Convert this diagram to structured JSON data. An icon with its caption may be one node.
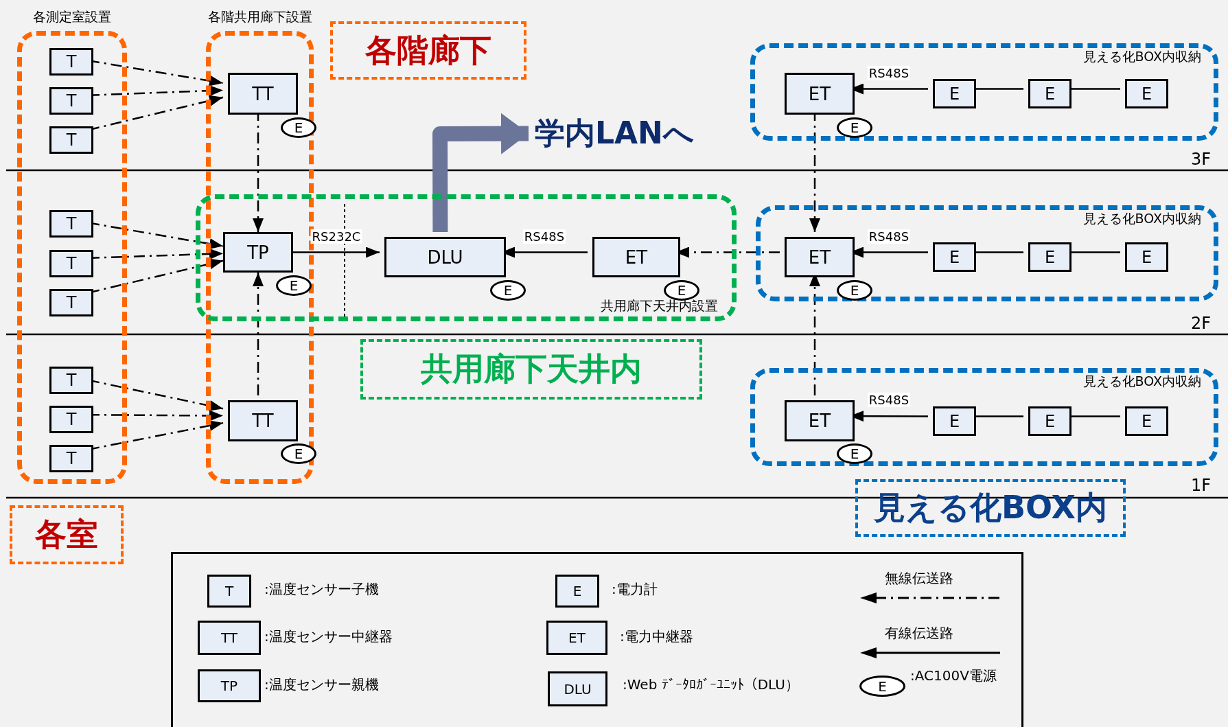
{
  "diagram": {
    "nodes": [
      {
        "text": [
          "各測定室設置"
        ]
      },
      {
        "text": [
          "各階共用廊下設置"
        ]
      },
      {
        "text": [
          "各階廊下"
        ]
      },
      {
        "text": [
          "見える化BOX内収納"
        ]
      },
      {
        "text": [
          "T"
        ],
        "in": 0
      },
      {
        "text": [
          "T"
        ],
        "in": 0
      },
      {
        "text": [
          "T"
        ],
        "in": 0
      },
      {
        "text": [
          "TT"
        ],
        "in": 1
      },
      {
        "text": [
          "E"
        ],
        "in": 1
      },
      {
        "text": [
          "ET"
        ],
        "in": 3
      },
      {
        "text": [
          "E"
        ],
        "in": 3
      },
      {
        "text": [
          "E"
        ],
        "in": 3
      },
      {
        "text": [
          "E"
        ],
        "in": 3
      },
      {
        "text": [
          "E"
        ],
        "in": 3
      },
      {
        "text": [
          "学内LANへ"
        ]
      },
      {
        "text": [
          "共用廊下天井内設置"
        ]
      },
      {
        "text": [
          "T"
        ],
        "in": 0
      },
      {
        "text": [
          "T"
        ],
        "in": 0
      },
      {
        "text": [
          "T"
        ],
        "in": 0
      },
      {
        "text": [
          "TP"
        ]
      },
      {
        "text": [
          "E"
        ]
      },
      {
        "text": [
          "DLU"
        ],
        "in": 15
      },
      {
        "text": [
          "E"
        ],
        "in": 15
      },
      {
        "text": [
          "ET"
        ],
        "in": 15
      },
      {
        "text": [
          "E"
        ],
        "in": 15
      },
      {
        "text": [
          "見える化BOX内収納"
        ]
      },
      {
        "text": [
          "ET"
        ],
        "in": 25
      },
      {
        "text": [
          "E"
        ],
        "in": 25
      },
      {
        "text": [
          "E"
        ],
        "in": 25
      },
      {
        "text": [
          "E"
        ],
        "in": 25
      },
      {
        "text": [
          "E"
        ],
        "in": 25
      },
      {
        "text": [
          "共用廊下天井内"
        ]
      },
      {
        "text": [
          "T"
        ],
        "in": 0
      },
      {
        "text": [
          "T"
        ],
        "in": 0
      },
      {
        "text": [
          "T"
        ],
        "in": 0
      },
      {
        "text": [
          "TT"
        ],
        "in": 1
      },
      {
        "text": [
          "E"
        ],
        "in": 1
      },
      {
        "text": [
          "見える化BOX内収納"
        ]
      },
      {
        "text": [
          "ET"
        ],
        "in": 37
      },
      {
        "text": [
          "E"
        ],
        "in": 37
      },
      {
        "text": [
          "E"
        ],
        "in": 37
      },
      {
        "text": [
          "E"
        ],
        "in": 37
      },
      {
        "text": [
          "E"
        ],
        "in": 37
      },
      {
        "text": [
          "各室"
        ]
      },
      {
        "text": [
          "見える化BOX内"
        ]
      }
    ],
    "edges": [
      {
        "from": 4,
        "to": 7,
        "arrow": "to",
        "style": "dashed"
      },
      {
        "from": 5,
        "to": 7,
        "arrow": "to",
        "style": "dashed"
      },
      {
        "from": 6,
        "to": 7,
        "arrow": "to",
        "style": "dashed"
      },
      {
        "from": 7,
        "to": 19,
        "arrow": "to",
        "style": "dashed"
      },
      {
        "from": 16,
        "to": 19,
        "arrow": "to",
        "style": "dashed"
      },
      {
        "from": 17,
        "to": 19,
        "arrow": "to",
        "style": "dashed"
      },
      {
        "from": 18,
        "to": 19,
        "arrow": "to",
        "style": "dashed"
      },
      {
        "from": 19,
        "to": 21,
        "arrow": "to",
        "label": "RS232C"
      },
      {
        "from": 23,
        "to": 21,
        "arrow": "to",
        "label": "RS48S"
      },
      {
        "from": 21,
        "to": 14,
        "arrow": "to",
        "style": "thick",
        "color": "#6b7499"
      },
      {
        "from": 26,
        "to": 23,
        "arrow": "to",
        "style": "dashed"
      },
      {
        "from": 9,
        "to": 26,
        "arrow": "to",
        "style": "dashed"
      },
      {
        "from": 38,
        "to": 26,
        "arrow": "to",
        "style": "dashed"
      },
      {
        "from": 32,
        "to": 35,
        "arrow": "to",
        "style": "dashed"
      },
      {
        "from": 33,
        "to": 35,
        "arrow": "to",
        "style": "dashed"
      },
      {
        "from": 34,
        "to": 35,
        "arrow": "to",
        "style": "dashed"
      },
      {
        "from": 35,
        "to": 19,
        "arrow": "to",
        "style": "dashed"
      },
      {
        "from": 11,
        "to": 9,
        "arrow": "to",
        "label": "RS48S"
      },
      {
        "from": 12,
        "to": 11,
        "arrow": "none"
      },
      {
        "from": 13,
        "to": 12,
        "arrow": "none"
      },
      {
        "from": 28,
        "to": 26,
        "arrow": "to",
        "label": "RS48S"
      },
      {
        "from": 29,
        "to": 28,
        "arrow": "none"
      },
      {
        "from": 30,
        "to": 29,
        "arrow": "none"
      },
      {
        "from": 40,
        "to": 38,
        "arrow": "to",
        "label": "RS48S"
      },
      {
        "from": 41,
        "to": 40,
        "arrow": "none"
      },
      {
        "from": 42,
        "to": 41,
        "arrow": "none"
      }
    ],
    "labels": [
      "3F",
      "2F",
      "1F",
      "T",
      "E",
      "TT",
      "ET",
      "TP",
      "DLU",
      "E"
    ],
    "legend": [
      {
        "text": ":温度センサー子機"
      },
      {
        "text": ":電力計"
      },
      {
        "text": "無線伝送路"
      },
      {
        "text": ":温度センサー中継器"
      },
      {
        "text": ":電力中継器"
      },
      {
        "text": "有線伝送路"
      },
      {
        "text": ":温度センサー親機"
      },
      {
        "text": ":Web ﾃﾞｰﾀﾛｶﾞｰﾕﾆｯﾄ（DLU）"
      },
      {
        "text": ":AC100V電源"
      }
    ]
  }
}
